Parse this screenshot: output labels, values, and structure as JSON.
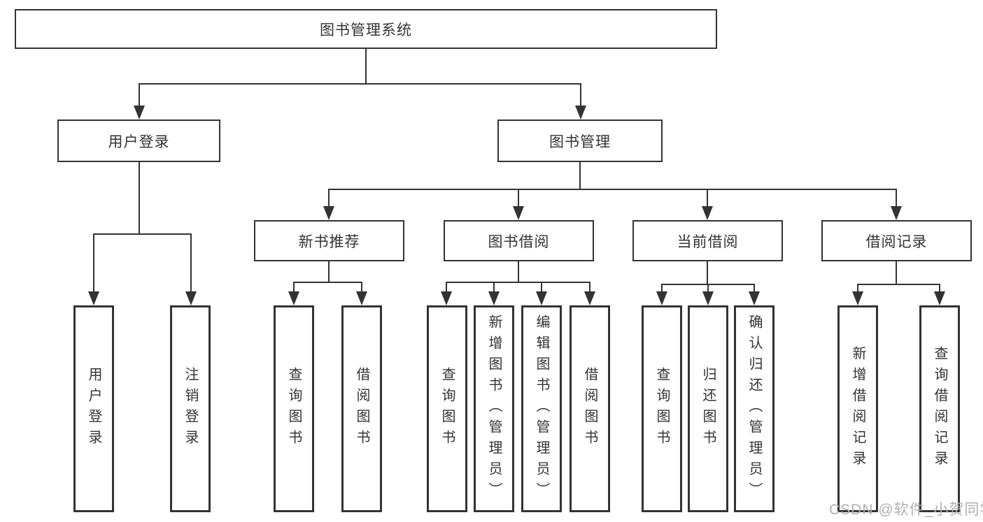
{
  "diagram": {
    "root": {
      "label": "图书管理系统"
    },
    "level2": [
      {
        "label": "用户登录"
      },
      {
        "label": "图书管理"
      }
    ],
    "level3": [
      {
        "label": "新书推荐"
      },
      {
        "label": "图书借阅"
      },
      {
        "label": "当前借阅"
      },
      {
        "label": "借阅记录"
      }
    ],
    "leaves": {
      "user_login": [
        "用户登录",
        "注销登录"
      ],
      "new_book_recommend": [
        "查询图书",
        "借阅图书"
      ],
      "book_borrow": [
        "查询图书",
        "新增图书（管理员）",
        "编辑图书（管理员）",
        "借阅图书"
      ],
      "current_borrow": [
        "查询图书",
        "归还图书",
        "确认归还（管理员）"
      ],
      "borrow_record": [
        "新增借阅记录",
        "查询借阅记录"
      ]
    }
  },
  "watermark": {
    "text": "CSDN @软件_小贺同学"
  },
  "colors": {
    "line": "#333333",
    "text": "#333333",
    "background": "#ffffff",
    "watermark": "#b0b0b0"
  }
}
